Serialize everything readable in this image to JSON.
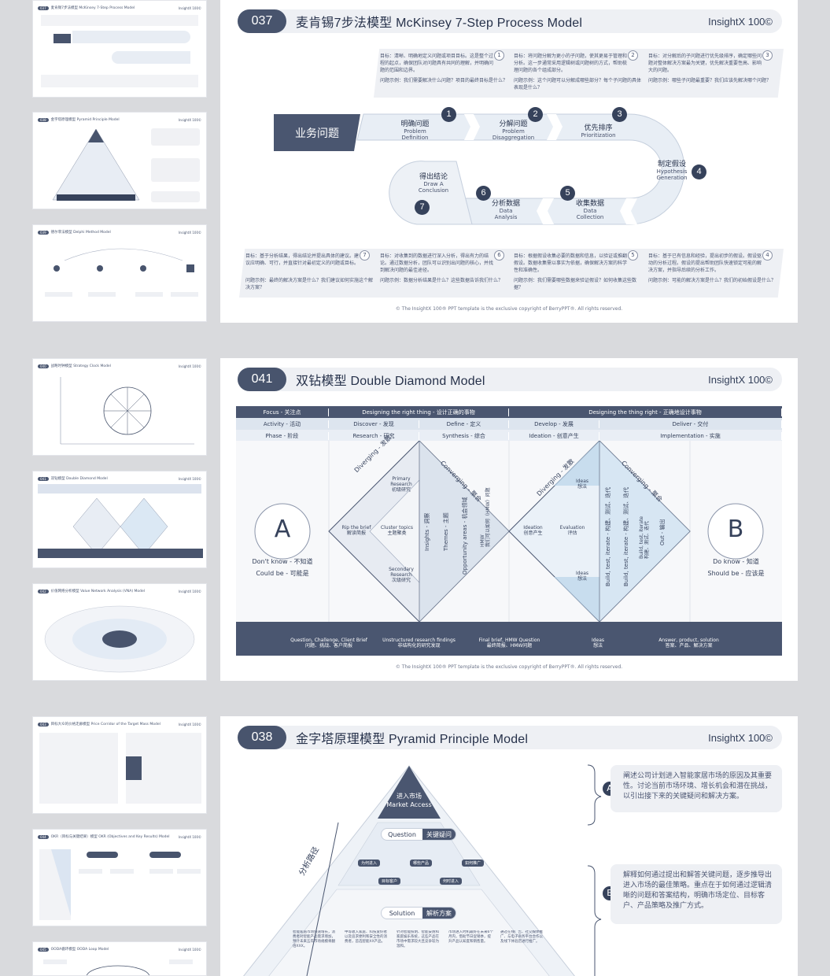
{
  "brand": "InsightX 100©",
  "copyright": "© The InsightX 100® PPT template is the exclusive copyright of BerryPPT®. All rights reserved.",
  "thumbs": [
    {
      "num": "037",
      "title": "麦肯锡7步法模型 McKinsey 7-Step Process Model"
    },
    {
      "num": "038",
      "title": "金字塔原理模型 Pyramid Principle Model"
    },
    {
      "num": "039",
      "title": "德尔菲法模型 Delphi Method Model"
    },
    {
      "num": "040",
      "title": "战略时钟模型 Strategy Clock Model"
    },
    {
      "num": "041",
      "title": "双钻模型 Double Diamond Model"
    },
    {
      "num": "042",
      "title": "价值网络分析模型 Value Network Analysis (VNA) Model"
    },
    {
      "num": "043",
      "title": "目标大众的价格走廊模型 Price Corridor of the Target Mass Model"
    },
    {
      "num": "044",
      "title": "OKR（目标与关键结果）模型 OKR (Objectives and Key Results) Model"
    },
    {
      "num": "045",
      "title": "OODA循环模型 OODA Loop Model"
    }
  ],
  "slide1": {
    "num": "037",
    "title": "麦肯锡7步法模型 McKinsey 7-Step Process Model",
    "start_label": "业务问题",
    "top_cards": [
      {
        "n": "1",
        "goal": "目标：清晰、明确地定义问题或项目目标。这是整个过程的起点，确保团队对问题具有共同的理解，并明确问题的范围和边界。",
        "q": "问题示例：我们需要解决什么问题？项目的最终目标是什么？"
      },
      {
        "n": "2",
        "goal": "目标：将问题分解为更小的子问题，使其更易于管理和分析。这一步通常采用逻辑树或问题树的方式，帮助梳理问题的各个组成部分。",
        "q": "问题示例：这个问题可以分解成哪些部分？每个子问题的具体表现是什么？"
      },
      {
        "n": "3",
        "goal": "目标：对分解后的子问题进行优先级排序，确定哪些问题对整体解决方案最为关键，优先解决重要性高、影响大的问题。",
        "q": "问题示例：哪些子问题最重要？我们应该先解决哪个问题？"
      }
    ],
    "bottom_cards": [
      {
        "n": "7",
        "goal": "目标：基于分析结果，得出结论并提出具体的建议。建议应明确、可行，并直接针对最初定义的问题或目标。",
        "q": "问题示例：最终的解决方案是什么？我们建议如何实施这个解决方案？"
      },
      {
        "n": "6",
        "goal": "目标：对收集到的数据进行深入分析，得出有力的结论。通过数据分析，团队可以识别出问题的核心，并找到解决问题的最佳途径。",
        "q": "问题示例：数据分析结果是什么？这些数据告诉我们什么？"
      },
      {
        "n": "5",
        "goal": "目标：根据假设收集必要的数据和信息，以验证或推翻假设。数据收集需以事实为依据，确保解决方案的科学性和准确性。",
        "q": "问题示例：我们需要哪些数据来验证假设？如何收集这些数据？"
      },
      {
        "n": "4",
        "goal": "目标：基于已有信息和经验，提出初步的假设。假设驱动的分析过程。假设的提出帮助团队快速锁定可能的解决方案，并指导后续的分析工作。",
        "q": "问题示例：可能的解决方案是什么？我们的初始假设是什么？"
      }
    ],
    "steps": [
      {
        "n": "1",
        "cn": "明确问题",
        "en1": "Problem",
        "en2": "Definition"
      },
      {
        "n": "2",
        "cn": "分解问题",
        "en1": "Problem",
        "en2": "Disaggregation"
      },
      {
        "n": "3",
        "cn": "优先排序",
        "en1": "Prioritization",
        "en2": ""
      },
      {
        "n": "4",
        "cn": "制定假设",
        "en1": "Hypothesis",
        "en2": "Generation"
      },
      {
        "n": "5",
        "cn": "收集数据",
        "en1": "Data",
        "en2": "Collection"
      },
      {
        "n": "6",
        "cn": "分析数据",
        "en1": "Data",
        "en2": "Analysis"
      },
      {
        "n": "7",
        "cn": "得出结论",
        "en1": "Draw A",
        "en2": "Conclusion"
      }
    ]
  },
  "slide2": {
    "num": "041",
    "title": "双钻模型 Double Diamond Model",
    "rows": [
      [
        "Focus - 关注点",
        "Designing the right thing - 设计正确的事物",
        "Designing the thing right - 正确地设计事物"
      ],
      [
        "Activity - 活动",
        "Discover - 发现",
        "Define - 定义",
        "Develop - 发展",
        "Deliver - 交付"
      ],
      [
        "Phase - 阶段",
        "Research - 研究",
        "Synthesis - 综合",
        "Ideation - 创意产生",
        "Implementation - 实施"
      ]
    ],
    "left_letter": "A",
    "left_text1": "Don't know - 不知道",
    "left_text2": "Could be - 可能是",
    "right_letter": "B",
    "right_text1": "Do know - 知道",
    "right_text2": "Should be - 应该是",
    "d1": {
      "diverging": "Diverging - 发散",
      "converging": "Converging - 聚合",
      "rip": "Rip the brief",
      "rip_cn": "解读简报",
      "primary": "Primary",
      "primary2": "Research",
      "primary_cn": "初级研究",
      "cluster": "Cluster topics",
      "cluster_cn": "主题聚类",
      "secondary": "Secondary",
      "secondary2": "Research",
      "secondary_cn": "次级研究",
      "insights": "Insights - 洞察",
      "themes": "Themes - 主题",
      "opp": "Opportunity areas - 机会领域",
      "hmw": "HMW",
      "hmw_cn": "我们可以如何（HMW）问题"
    },
    "d2": {
      "diverging": "Diverging - 发散",
      "converging": "Converging - 聚合",
      "ideation": "Ideation",
      "ideation_cn": "创意产生",
      "eval": "Evaluation",
      "eval_cn": "评估",
      "ideas_top": "Ideas",
      "ideas_top_cn": "想法",
      "ideas_bot": "Ideas",
      "ideas_bot_cn": "想法",
      "b1": "Build, test, iterate - 构建、测试、迭代",
      "b2": "Build, test, iterate - 构建、测试、迭代",
      "b3": "Build, test, iterate",
      "b3_cn": "构建、测试、迭代",
      "out": "Out - 输出"
    },
    "bottom": [
      {
        "en": "Question, Challenge, Client Brief",
        "cn": "问题、挑战、客户简报"
      },
      {
        "en": "Unstructured research findings",
        "cn": "非结构化的研究发现"
      },
      {
        "en": "Final brief, HMW Question",
        "cn": "最终简报、HMW问题"
      },
      {
        "en": "Ideas",
        "cn": "想法"
      },
      {
        "en": "Answer, product, solution",
        "cn": "答案、产品、解决方案"
      }
    ]
  },
  "slide3": {
    "num": "038",
    "title": "金字塔原理模型 Pyramid Principle Model",
    "apex_cn": "进入市场",
    "apex_en": "Market Access",
    "question_en": "Question",
    "question_cn": "关键疑问",
    "q_tags": [
      "为何进入",
      "哪些产品",
      "如何推广",
      "目标客户",
      "何时进入"
    ],
    "solution_en": "Solution",
    "solution_cn": "解析方案",
    "side_label": "分析路径",
    "box_a_letter": "A",
    "box_a": "阐述公司计划进入智能家居市场的原因及其重要性。讨论当前市场环境、增长机会和潜在挑战，以引出接下来的关键疑问和解决方案。",
    "box_b_letter": "B",
    "box_b": "解释如何通过提出和解答关键问题，逐步推导出进入市场的最佳策略。重点在于如何通过逻辑清晰的问题和答案结构，明确市场定位、目标客户、产品策略及推广方式。",
    "sol_texts": [
      "智能家居市场快速增长，消费者对智能产品需求增加，预计未来五年市场规模将翻倍XXX。",
      "中等收入家庭、科技爱好者以及追求便利和安全性的消费者，首选智能XX产品。",
      "针对智能照明、智能安防和家庭娱乐系统，这些产品在市场中需求较大且竞争较为温和。",
      "市场进入时机最好在未来6个月内，借助节日促销季，提升产品认知度和销售量。",
      "通过在线广告、社交媒体推广、与电子商务平台合作以及线下体验店进行推广。"
    ]
  }
}
